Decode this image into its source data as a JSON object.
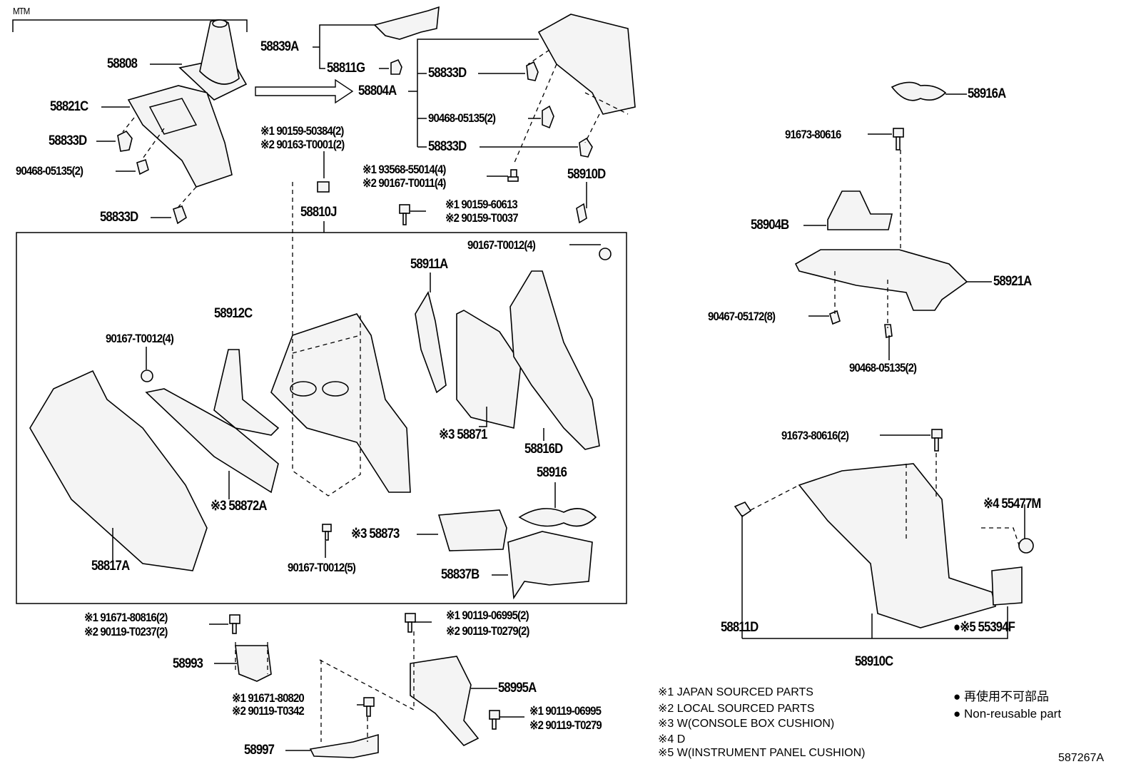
{
  "header": {
    "variant": "MTM"
  },
  "callouts": [
    "58808",
    "58821C",
    "58833D",
    "90468-05135(2)",
    "58833D",
    "58839A",
    "58811G",
    "58804A",
    "58833D",
    "90468-05135(2)",
    "58833D",
    "※1 90159-50384(2)",
    "※2 90163-T0001(2)",
    "※1 93568-55014(4)",
    "※2 90167-T0011(4)",
    "58910D",
    "※1 90159-60613",
    "※2 90159-T0037",
    "58810J",
    "90167-T0012(4)",
    "58911A",
    "58912C",
    "90167-T0012(4)",
    "※3 58871",
    "58816D",
    "58916",
    "※3 58872A",
    "※3 58873",
    "58817A",
    "90167-T0012(5)",
    "58837B",
    "※1 91671-80816(2)",
    "※2 90119-T0237(2)",
    "※1 90119-06995(2)",
    "※2 90119-T0279(2)",
    "58993",
    "58995A",
    "※1 91671-80820",
    "※2 90119-T0342",
    "※1 90119-06995",
    "※2 90119-T0279",
    "58997",
    "58916A",
    "91673-80616",
    "58904B",
    "58921A",
    "90467-05172(8)",
    "90468-05135(2)",
    "91673-80616(2)",
    "※4 55477M",
    "58811D",
    "●※5 55394F",
    "58910C"
  ],
  "legend": {
    "notes": [
      "※1 JAPAN SOURCED PARTS",
      "※2 LOCAL SOURCED PARTS",
      "※3 W(CONSOLE BOX CUSHION)",
      "※4 D",
      "※5 W(INSTRUMENT PANEL CUSHION)"
    ],
    "non_reusable_jp": "● 再使用不可部品",
    "non_reusable_en": "● Non-reusable part"
  },
  "figure_id": "587267A"
}
